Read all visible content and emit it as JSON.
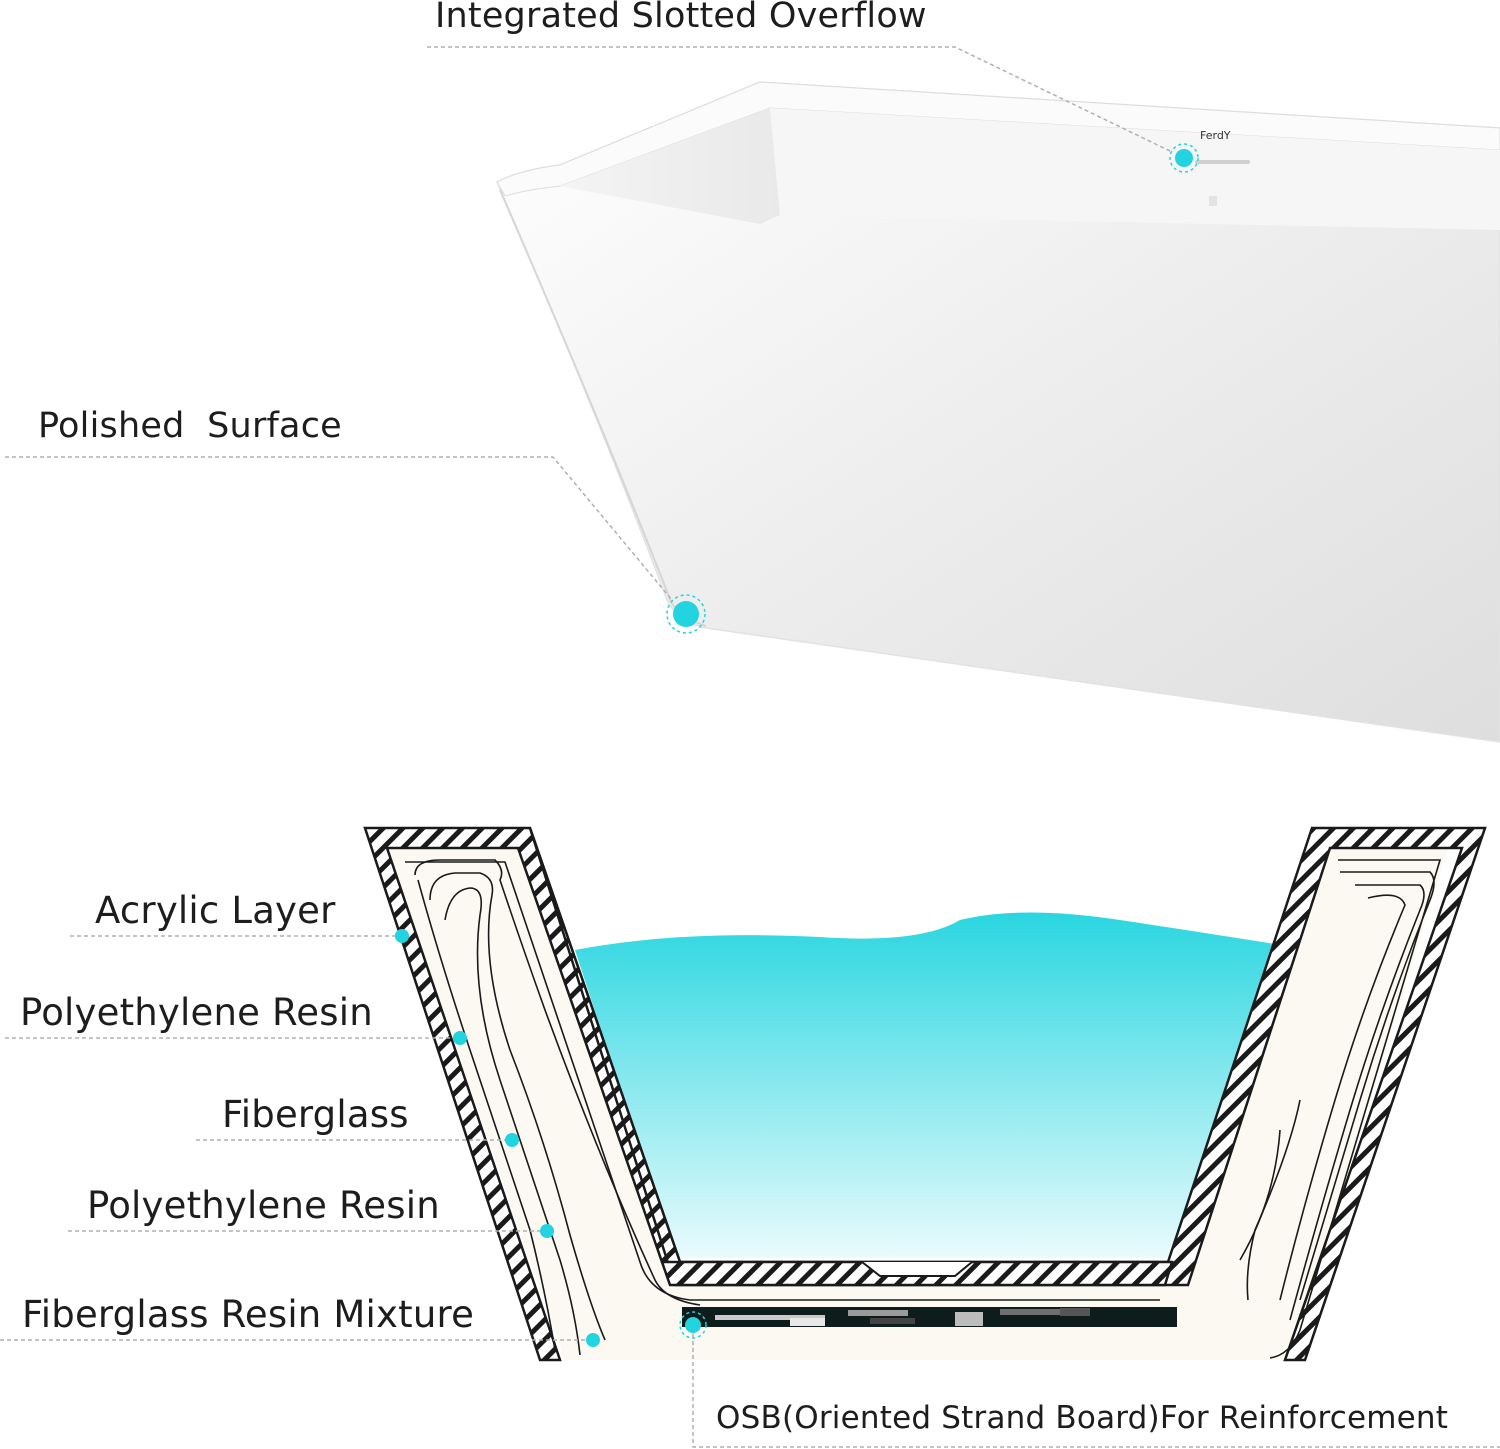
{
  "labels": {
    "overflow": "Integrated Slotted Overflow",
    "polished": "Polished  Surface",
    "acrylic": "Acrylic Layer",
    "polyethylene_1": "Polyethylene Resin",
    "fiberglass": "Fiberglass",
    "polyethylene_2": "Polyethylene Resin",
    "fiberglass_mixture": "Fiberglass Resin Mixture",
    "osb": "OSB(Oriented Strand Board)For Reinforcement"
  },
  "brand": "FerdY",
  "colors": {
    "marker": "#22d3e0",
    "water_top": "#2ad6e0",
    "water_bottom": "#e6fbfd",
    "leader_line": "#b0b0b0",
    "hatch": "#1a1a1a"
  }
}
